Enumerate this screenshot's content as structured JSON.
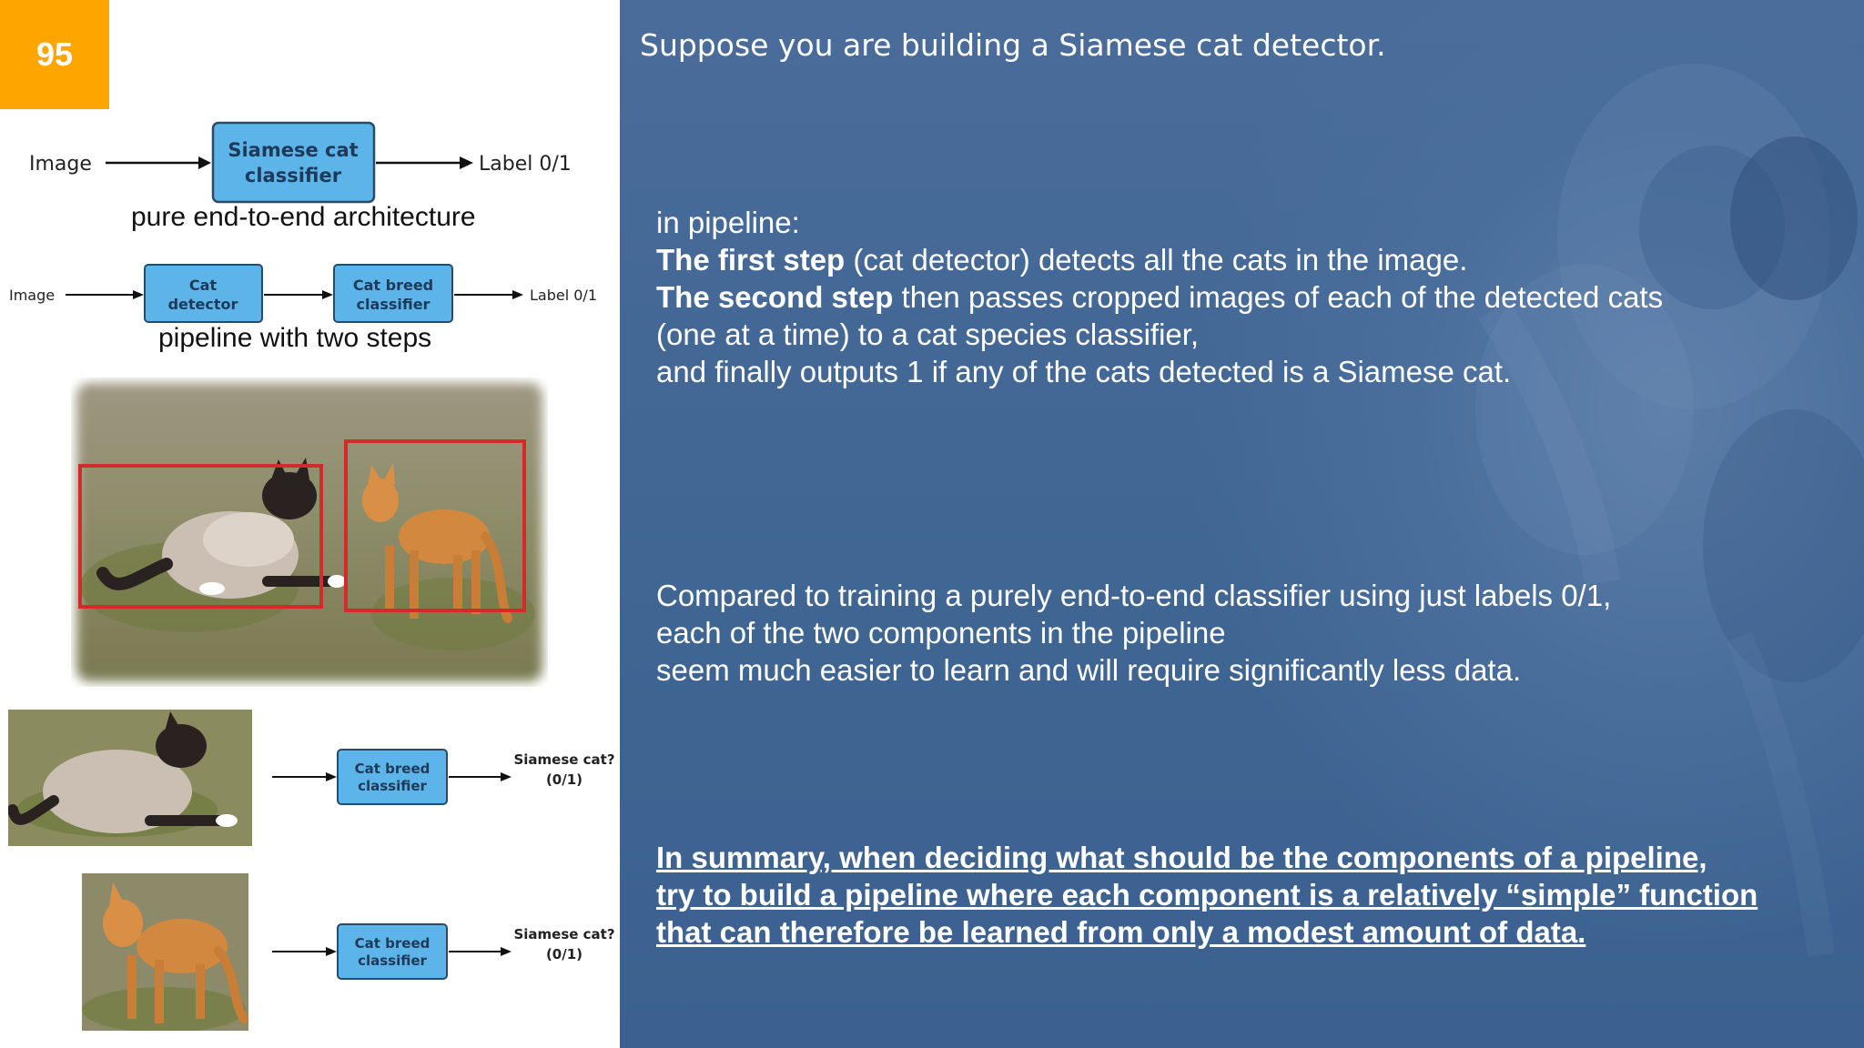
{
  "slide_number": "95",
  "diagram1": {
    "input": "Image",
    "box_line1": "Siamese cat",
    "box_line2": "classifier",
    "output": "Label 0/1",
    "caption": "pure end-to-end architecture"
  },
  "diagram2": {
    "input": "Image",
    "box1_line1": "Cat",
    "box1_line2": "detector",
    "box2_line1": "Cat breed",
    "box2_line2": "classifier",
    "output": "Label 0/1",
    "caption": "pipeline with two steps"
  },
  "crop_rows": [
    {
      "box_line1": "Cat breed",
      "box_line2": "classifier",
      "out_line1": "Siamese cat?",
      "out_line2": "(0/1)"
    },
    {
      "box_line1": "Cat breed",
      "box_line2": "classifier",
      "out_line1": "Siamese cat?",
      "out_line2": "(0/1)"
    }
  ],
  "title": "Suppose you are building a Siamese cat detector.",
  "pipeline_text": {
    "intro": "in pipeline:",
    "step1_bold": "The first step",
    "step1_rest": " (cat detector) detects all the cats in the image.",
    "step2_bold": "The second step",
    "step2_rest": " then passes cropped images of each of the detected cats",
    "line4": "(one at a time) to a cat species classifier,",
    "line5": "and finally outputs 1 if any of the cats detected is a Siamese cat."
  },
  "comparison_text": {
    "line1": "Compared to training a purely end-to-end classifier using just labels 0/1,",
    "line2": "each of the two components in the pipeline",
    "line3": "seem much easier to learn and will require significantly less data."
  },
  "summary_text": {
    "line1": "In summary, when deciding what should be the components of a pipeline,",
    "line2": "try to build a pipeline where each component is a relatively “simple” function",
    "line3": "that can therefore be learned from only a modest amount of data."
  },
  "colors": {
    "badge": "#ffa500",
    "diagram_box": "#5db4e8",
    "bounding_box": "#d42a2a",
    "panel_blue": "#3f6593"
  }
}
